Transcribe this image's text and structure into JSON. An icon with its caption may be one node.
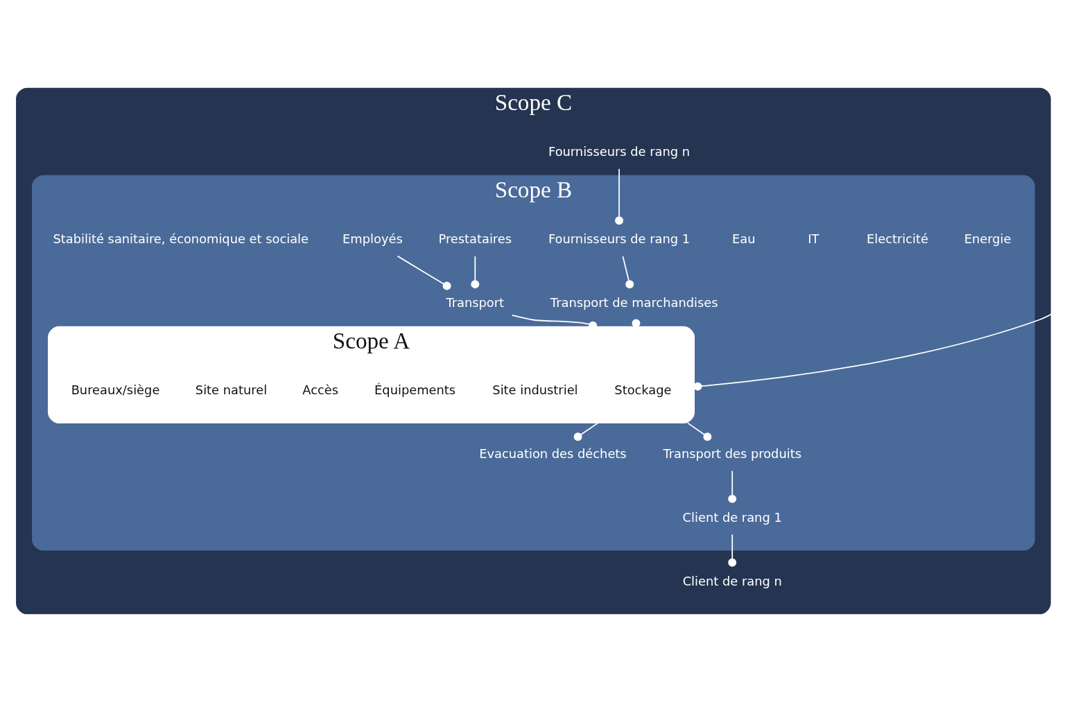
{
  "diagram": {
    "nodes": [
      {
        "text": [
          "Scope C"
        ]
      },
      {
        "text": [
          "Scope B"
        ],
        "in": 0
      },
      {
        "text": [
          "Scope A"
        ],
        "in": 1
      },
      {
        "text": [
          "Stockage"
        ],
        "in": 2
      },
      {
        "text": [
          "Site industriel"
        ],
        "in": 2
      },
      {
        "text": [
          "Équipements"
        ],
        "in": 2
      },
      {
        "text": [
          "Accès"
        ],
        "in": 2
      },
      {
        "text": [
          "Site naturel"
        ],
        "in": 2
      },
      {
        "text": [
          "Bureaux/siège"
        ],
        "in": 2
      },
      {
        "text": [
          "Energie"
        ],
        "in": 1
      },
      {
        "text": [
          "Electricité"
        ],
        "in": 1
      },
      {
        "text": [
          "IT"
        ],
        "in": 1
      },
      {
        "text": [
          "Eau"
        ],
        "in": 1
      },
      {
        "text": [
          "Fournisseurs de rang 1"
        ],
        "in": 1
      },
      {
        "text": [
          "Transport de marchandises"
        ],
        "in": 1
      },
      {
        "text": [
          "Evacuation des déchets"
        ],
        "in": 1
      },
      {
        "text": [
          "Transport des produits"
        ],
        "in": 1
      },
      {
        "text": [
          "Client de rang 1"
        ],
        "in": 1
      },
      {
        "text": [
          "Transport"
        ],
        "in": 1
      },
      {
        "text": [
          "Prestataires"
        ],
        "in": 1
      },
      {
        "text": [
          "Employés"
        ],
        "in": 1
      },
      {
        "text": [
          "Stabilité sanitaire, économique et sociale"
        ],
        "in": 1
      },
      {
        "text": [
          "Fournisseurs de rang n"
        ],
        "in": 0
      },
      {
        "text": [
          "Client de rang n"
        ],
        "in": 0
      }
    ],
    "edges": [
      {
        "from": null,
        "to": 2,
        "arrow": "other"
      },
      {
        "from": 13,
        "to": 14,
        "arrow": "other"
      },
      {
        "from": 14,
        "to": 2,
        "arrow": "other"
      },
      {
        "from": 22,
        "to": 13,
        "arrow": "other"
      },
      {
        "from": 2,
        "to": 15,
        "arrow": "other"
      },
      {
        "from": 2,
        "to": 16,
        "arrow": "other"
      },
      {
        "from": 16,
        "to": 17,
        "arrow": "other"
      },
      {
        "from": 17,
        "to": 23,
        "arrow": "other"
      },
      {
        "from": 18,
        "to": 2,
        "arrow": "other"
      },
      {
        "from": 19,
        "to": 18,
        "arrow": "other"
      },
      {
        "from": 20,
        "to": 18,
        "arrow": "other"
      }
    ]
  }
}
